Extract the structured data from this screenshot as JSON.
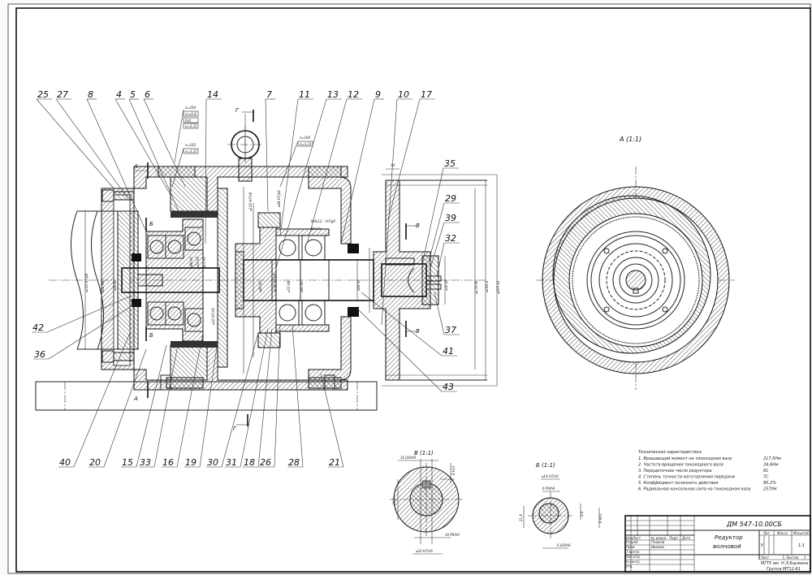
{
  "drawing": {
    "views": {
      "view_a": "A (1:1)",
      "view_v": "В (1:1)",
      "view_b": "Б (1:1)"
    },
    "section_marks": {
      "a": "А",
      "b": "Б",
      "v": "В",
      "g": "Г"
    },
    "callouts_top": [
      "25",
      "27",
      "8",
      "4",
      "5",
      "6",
      "14",
      "7",
      "11",
      "13",
      "12",
      "9",
      "10",
      "17"
    ],
    "callouts_right": [
      "35",
      "29",
      "39",
      "32",
      "37",
      "41",
      "43"
    ],
    "callouts_left": [
      "42",
      "36"
    ],
    "callouts_bottom": [
      "40",
      "20",
      "15",
      "33",
      "16",
      "19",
      "30",
      "31",
      "18",
      "26",
      "28",
      "21"
    ],
    "gear_params": {
      "gear1": [
        "z=164",
        "m=0,8",
        "D/d",
        "x=3,31"
      ],
      "gear2": [
        "z=162",
        "x=3,31"
      ],
      "gear3": [
        "z=164",
        "x=3,31"
      ]
    },
    "dimensions": {
      "main": [
        "⌀150 H7/p6",
        "⌀52 H8",
        "⌀30 e8",
        "⌀48 k6",
        "⌀52 H7",
        "⌀11 H7",
        "⌀32 H7/n6",
        "⌀150 H7/n6",
        "⌀108 H7/p6",
        "⌀40 k6",
        "⌀52 H8",
        "⌀44 H7/p6",
        "⌀40 k6",
        "M4x12 – H7/g6",
        "Винты",
        "⌀64 h8",
        "⌀32 k6",
        "⌀178 h6",
        "⌀196 d",
        "⌀205 d3",
        "14"
      ],
      "section_v": [
        "10 JS9/h9",
        "8 H11",
        "35,3",
        "10 P9/h9",
        "⌀32 H7/n6"
      ],
      "section_b": [
        "⌀19 H7/n6",
        "6 P9/h9",
        "21,8",
        "2,8",
        "6 H11",
        "6 JS9/h9"
      ]
    }
  },
  "tech_specs": {
    "title": "Техническая характеристика",
    "items": [
      {
        "label": "1. Вращающий момент на тихоходном валу",
        "value": "217,5Нм"
      },
      {
        "label": "2. Частота вращения тихоходного вала",
        "value": "34,6Нм"
      },
      {
        "label": "3. Передаточное число редуктора",
        "value": "81"
      },
      {
        "label": "4. Степень точности изготовления передачи",
        "value": "7С"
      },
      {
        "label": "5. Коэффициент полезного действия",
        "value": "80,2%"
      },
      {
        "label": "6. Радиальная консольная сила на тихоходном валу",
        "value": "2570Н"
      }
    ]
  },
  "title_block": {
    "doc_number": "ДМ 547-10.00СБ",
    "name_line1": "Редуктор",
    "name_line2": "волновой",
    "col_lit": "Лит.",
    "col_mass": "Масса",
    "col_scale": "Масштаб",
    "lit_value": "У",
    "scale_value": "1:1",
    "sheet_label": "Лист",
    "sheets_label": "Листов",
    "sheets_value": "1",
    "org_line1": "МГТУ им. Н.Э.Баумана",
    "org_line2": "Группа МТ12-61",
    "row_headers": [
      "Изм.",
      "Лист",
      "№ докум.",
      "Подп.",
      "Дата"
    ],
    "roles": [
      "Разраб.",
      "Пров.",
      "Т.контр.",
      "Нач.отд.",
      "Н.контр.",
      "Утв."
    ],
    "names": [
      "Пашков",
      "Ивжева"
    ]
  }
}
